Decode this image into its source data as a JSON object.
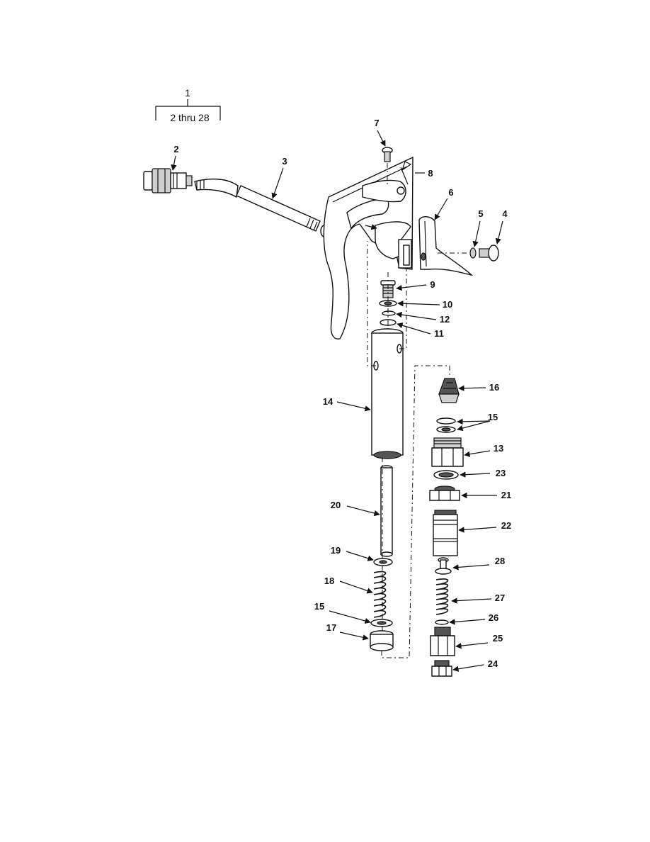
{
  "diagram": {
    "assembly_number": "1",
    "assembly_range": "2 thru 28",
    "callouts": [
      "2",
      "3",
      "4",
      "5",
      "6",
      "7",
      "8",
      "9",
      "10",
      "11",
      "12",
      "13",
      "14",
      "15",
      "15",
      "16",
      "17",
      "18",
      "19",
      "20",
      "21",
      "22",
      "23",
      "24",
      "25",
      "26",
      "27",
      "28"
    ]
  }
}
